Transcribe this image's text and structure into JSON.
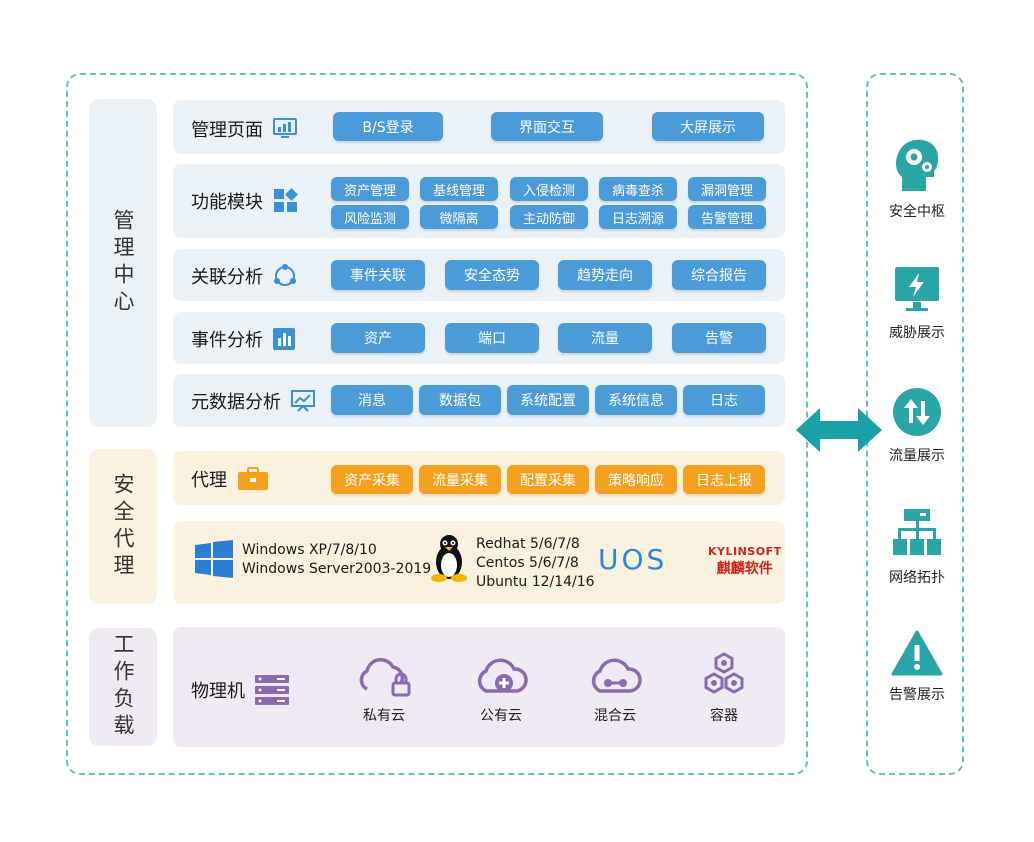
{
  "sections": {
    "management": "管理中心",
    "agent": "安全代理",
    "workload": "工作负载"
  },
  "rows": {
    "mgmt_page": {
      "label": "管理页面",
      "chips": [
        "B/S登录",
        "界面交互",
        "大屏展示"
      ]
    },
    "function": {
      "label": "功能模块",
      "chips": [
        "资产管理",
        "基线管理",
        "入侵检测",
        "病毒查杀",
        "漏洞管理",
        "风险监测",
        "微隔离",
        "主动防御",
        "日志溯源",
        "告警管理"
      ]
    },
    "correlation": {
      "label": "关联分析",
      "chips": [
        "事件关联",
        "安全态势",
        "趋势走向",
        "综合报告"
      ]
    },
    "event": {
      "label": "事件分析",
      "chips": [
        "资产",
        "端口",
        "流量",
        "告警"
      ]
    },
    "metadata": {
      "label": "元数据分析",
      "chips": [
        "消息",
        "数据包",
        "系统配置",
        "系统信息",
        "日志"
      ]
    },
    "proxy": {
      "label": "代理",
      "chips": [
        "资产采集",
        "流量采集",
        "配置采集",
        "策略响应",
        "日志上报"
      ]
    },
    "physical": {
      "label": "物理机"
    }
  },
  "os": {
    "windows": [
      "Windows XP/7/8/10",
      "Windows Server2003-2019"
    ],
    "linux": [
      "Redhat 5/6/7/8",
      "Centos 5/6/7/8",
      "Ubuntu 12/14/16"
    ],
    "uos": "UOS",
    "kylin_top": "KYLINSOFT",
    "kylin_bottom": "麒麟软件"
  },
  "clouds": [
    "私有云",
    "公有云",
    "混合云",
    "容器"
  ],
  "right_panel": [
    "安全中枢",
    "威胁展示",
    "流量展示",
    "网络拓扑",
    "告警展示"
  ],
  "colors": {
    "teal": "#2aa6a6",
    "chip_blue": "#4a9bd8",
    "chip_orange": "#f5a01e",
    "purple": "#8a6bb0"
  }
}
